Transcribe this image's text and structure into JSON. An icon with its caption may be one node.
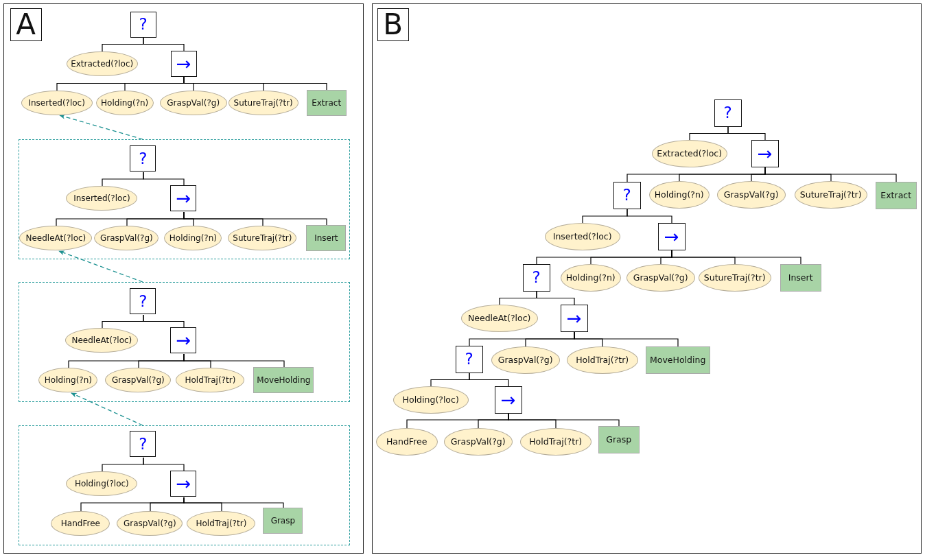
{
  "diagram": {
    "nodes": [
      {
        "text": [],
        "shape": "box"
      },
      {
        "text": [
          "?"
        ],
        "in": 0
      },
      {
        "text": [
          "Extracted(?loc)"
        ],
        "in": 0
      },
      {
        "text": [
          "→"
        ],
        "in": 0
      },
      {
        "text": [
          "Inserted(?loc)"
        ],
        "in": 0
      },
      {
        "text": [
          "Holding(?n)"
        ],
        "in": 0
      },
      {
        "text": [
          "GraspVal(?g)"
        ],
        "in": 0
      },
      {
        "text": [
          "SutureTraj(?tr)"
        ],
        "in": 0
      },
      {
        "text": [
          "Extract"
        ],
        "in": 0
      },
      {
        "text": [],
        "shape": "box",
        "in": 0
      },
      {
        "text": [
          "?"
        ],
        "in": 9
      },
      {
        "text": [
          "Inserted(?loc)"
        ],
        "in": 9
      },
      {
        "text": [
          "→"
        ],
        "in": 9
      },
      {
        "text": [
          "NeedleAt(?loc)"
        ],
        "in": 9
      },
      {
        "text": [
          "GraspVal(?g)"
        ],
        "in": 9
      },
      {
        "text": [
          "Holding(?n)"
        ],
        "in": 9
      },
      {
        "text": [
          "SutureTraj(?tr)"
        ],
        "in": 9
      },
      {
        "text": [
          "Insert"
        ],
        "in": 9
      },
      {
        "text": [],
        "shape": "box",
        "in": 0
      },
      {
        "text": [
          "?"
        ],
        "in": 18
      },
      {
        "text": [
          "NeedleAt(?loc)"
        ],
        "in": 18
      },
      {
        "text": [
          "→"
        ],
        "in": 18
      },
      {
        "text": [
          "Holding(?n)"
        ],
        "in": 18
      },
      {
        "text": [
          "GraspVal(?g)"
        ],
        "in": 18
      },
      {
        "text": [
          "HoldTraj(?tr)"
        ],
        "in": 18
      },
      {
        "text": [
          "MoveHolding"
        ],
        "in": 18
      },
      {
        "text": [],
        "shape": "box",
        "in": 0
      },
      {
        "text": [
          "?"
        ],
        "in": 26
      },
      {
        "text": [
          "Holding(?loc)"
        ],
        "in": 26
      },
      {
        "text": [
          "→"
        ],
        "in": 26
      },
      {
        "text": [
          "HandFree"
        ],
        "in": 26
      },
      {
        "text": [
          "GraspVal(?g)"
        ],
        "in": 26
      },
      {
        "text": [
          "HoldTraj(?tr)"
        ],
        "in": 26
      },
      {
        "text": [
          "Grasp"
        ],
        "in": 26
      },
      {
        "text": [],
        "shape": "box"
      },
      {
        "text": [
          "?"
        ],
        "in": 34
      },
      {
        "text": [
          "Extracted(?loc)"
        ],
        "in": 34
      },
      {
        "text": [
          "→"
        ],
        "in": 34
      },
      {
        "text": [
          "?"
        ],
        "in": 34
      },
      {
        "text": [
          "Holding(?n)"
        ],
        "in": 34
      },
      {
        "text": [
          "GraspVal(?g)"
        ],
        "in": 34
      },
      {
        "text": [
          "SutureTraj(?tr)"
        ],
        "in": 34
      },
      {
        "text": [
          "Extract"
        ],
        "in": 34
      },
      {
        "text": [
          "Inserted(?loc)"
        ],
        "in": 34
      },
      {
        "text": [
          "→"
        ],
        "in": 34
      },
      {
        "text": [
          "?"
        ],
        "in": 34
      },
      {
        "text": [
          "Holding(?n)"
        ],
        "in": 34
      },
      {
        "text": [
          "GraspVal(?g)"
        ],
        "in": 34
      },
      {
        "text": [
          "SutureTraj(?tr)"
        ],
        "in": 34
      },
      {
        "text": [
          "Insert"
        ],
        "in": 34
      },
      {
        "text": [
          "NeedleAt(?loc)"
        ],
        "in": 34
      },
      {
        "text": [
          "→"
        ],
        "in": 34
      },
      {
        "text": [
          "?"
        ],
        "in": 34
      },
      {
        "text": [
          "GraspVal(?g)"
        ],
        "in": 34
      },
      {
        "text": [
          "HoldTraj(?tr)"
        ],
        "in": 34
      },
      {
        "text": [
          "MoveHolding"
        ],
        "in": 34
      },
      {
        "text": [
          "Holding(?loc)"
        ],
        "in": 34
      },
      {
        "text": [
          "→"
        ],
        "in": 34
      },
      {
        "text": [
          "HandFree"
        ],
        "in": 34
      },
      {
        "text": [
          "GraspVal(?g)"
        ],
        "in": 34
      },
      {
        "text": [
          "HoldTraj(?tr)"
        ],
        "in": 34
      },
      {
        "text": [
          "Grasp"
        ],
        "in": 34
      },
      {
        "text": [
          "A"
        ],
        "in": 0
      },
      {
        "text": [
          "B"
        ],
        "in": 34
      }
    ],
    "edges": [
      {
        "from": 1,
        "to": 2,
        "arrow": "none"
      },
      {
        "from": 1,
        "to": 3,
        "arrow": "none"
      },
      {
        "from": 3,
        "to": 4,
        "arrow": "none"
      },
      {
        "from": 3,
        "to": 5,
        "arrow": "none"
      },
      {
        "from": 3,
        "to": 6,
        "arrow": "none"
      },
      {
        "from": 3,
        "to": 7,
        "arrow": "none"
      },
      {
        "from": 3,
        "to": 8,
        "arrow": "none"
      },
      {
        "from": 10,
        "to": 11,
        "arrow": "none"
      },
      {
        "from": 10,
        "to": 12,
        "arrow": "none"
      },
      {
        "from": 12,
        "to": 13,
        "arrow": "none"
      },
      {
        "from": 12,
        "to": 14,
        "arrow": "none"
      },
      {
        "from": 12,
        "to": 15,
        "arrow": "none"
      },
      {
        "from": 12,
        "to": 16,
        "arrow": "none"
      },
      {
        "from": 12,
        "to": 17,
        "arrow": "none"
      },
      {
        "from": 19,
        "to": 20,
        "arrow": "none"
      },
      {
        "from": 19,
        "to": 21,
        "arrow": "none"
      },
      {
        "from": 21,
        "to": 22,
        "arrow": "none"
      },
      {
        "from": 21,
        "to": 23,
        "arrow": "none"
      },
      {
        "from": 21,
        "to": 24,
        "arrow": "none"
      },
      {
        "from": 21,
        "to": 25,
        "arrow": "none"
      },
      {
        "from": 27,
        "to": 28,
        "arrow": "none"
      },
      {
        "from": 27,
        "to": 29,
        "arrow": "none"
      },
      {
        "from": 29,
        "to": 30,
        "arrow": "none"
      },
      {
        "from": 29,
        "to": 31,
        "arrow": "none"
      },
      {
        "from": 29,
        "to": 32,
        "arrow": "none"
      },
      {
        "from": 29,
        "to": 33,
        "arrow": "none"
      },
      {
        "from": 9,
        "to": 4,
        "arrow": "to",
        "style": "dashed",
        "color": "#1a9090"
      },
      {
        "from": 18,
        "to": 13,
        "arrow": "to",
        "style": "dashed",
        "color": "#1a9090"
      },
      {
        "from": 26,
        "to": 22,
        "arrow": "to",
        "style": "dashed",
        "color": "#1a9090"
      },
      {
        "from": 35,
        "to": 36,
        "arrow": "none"
      },
      {
        "from": 35,
        "to": 37,
        "arrow": "none"
      },
      {
        "from": 37,
        "to": 38,
        "arrow": "none"
      },
      {
        "from": 37,
        "to": 39,
        "arrow": "none"
      },
      {
        "from": 37,
        "to": 40,
        "arrow": "none"
      },
      {
        "from": 37,
        "to": 41,
        "arrow": "none"
      },
      {
        "from": 37,
        "to": 42,
        "arrow": "none"
      },
      {
        "from": 38,
        "to": 43,
        "arrow": "none"
      },
      {
        "from": 38,
        "to": 44,
        "arrow": "none"
      },
      {
        "from": 44,
        "to": 45,
        "arrow": "none"
      },
      {
        "from": 44,
        "to": 46,
        "arrow": "none"
      },
      {
        "from": 44,
        "to": 47,
        "arrow": "none"
      },
      {
        "from": 44,
        "to": 48,
        "arrow": "none"
      },
      {
        "from": 44,
        "to": 49,
        "arrow": "none"
      },
      {
        "from": 45,
        "to": 50,
        "arrow": "none"
      },
      {
        "from": 45,
        "to": 51,
        "arrow": "none"
      },
      {
        "from": 51,
        "to": 52,
        "arrow": "none"
      },
      {
        "from": 51,
        "to": 53,
        "arrow": "none"
      },
      {
        "from": 51,
        "to": 54,
        "arrow": "none"
      },
      {
        "from": 51,
        "to": 55,
        "arrow": "none"
      },
      {
        "from": 52,
        "to": 56,
        "arrow": "none"
      },
      {
        "from": 52,
        "to": 57,
        "arrow": "none"
      },
      {
        "from": 57,
        "to": 58,
        "arrow": "none"
      },
      {
        "from": 57,
        "to": 59,
        "arrow": "none"
      },
      {
        "from": 57,
        "to": 60,
        "arrow": "none"
      },
      {
        "from": 57,
        "to": 61,
        "arrow": "none"
      }
    ]
  }
}
